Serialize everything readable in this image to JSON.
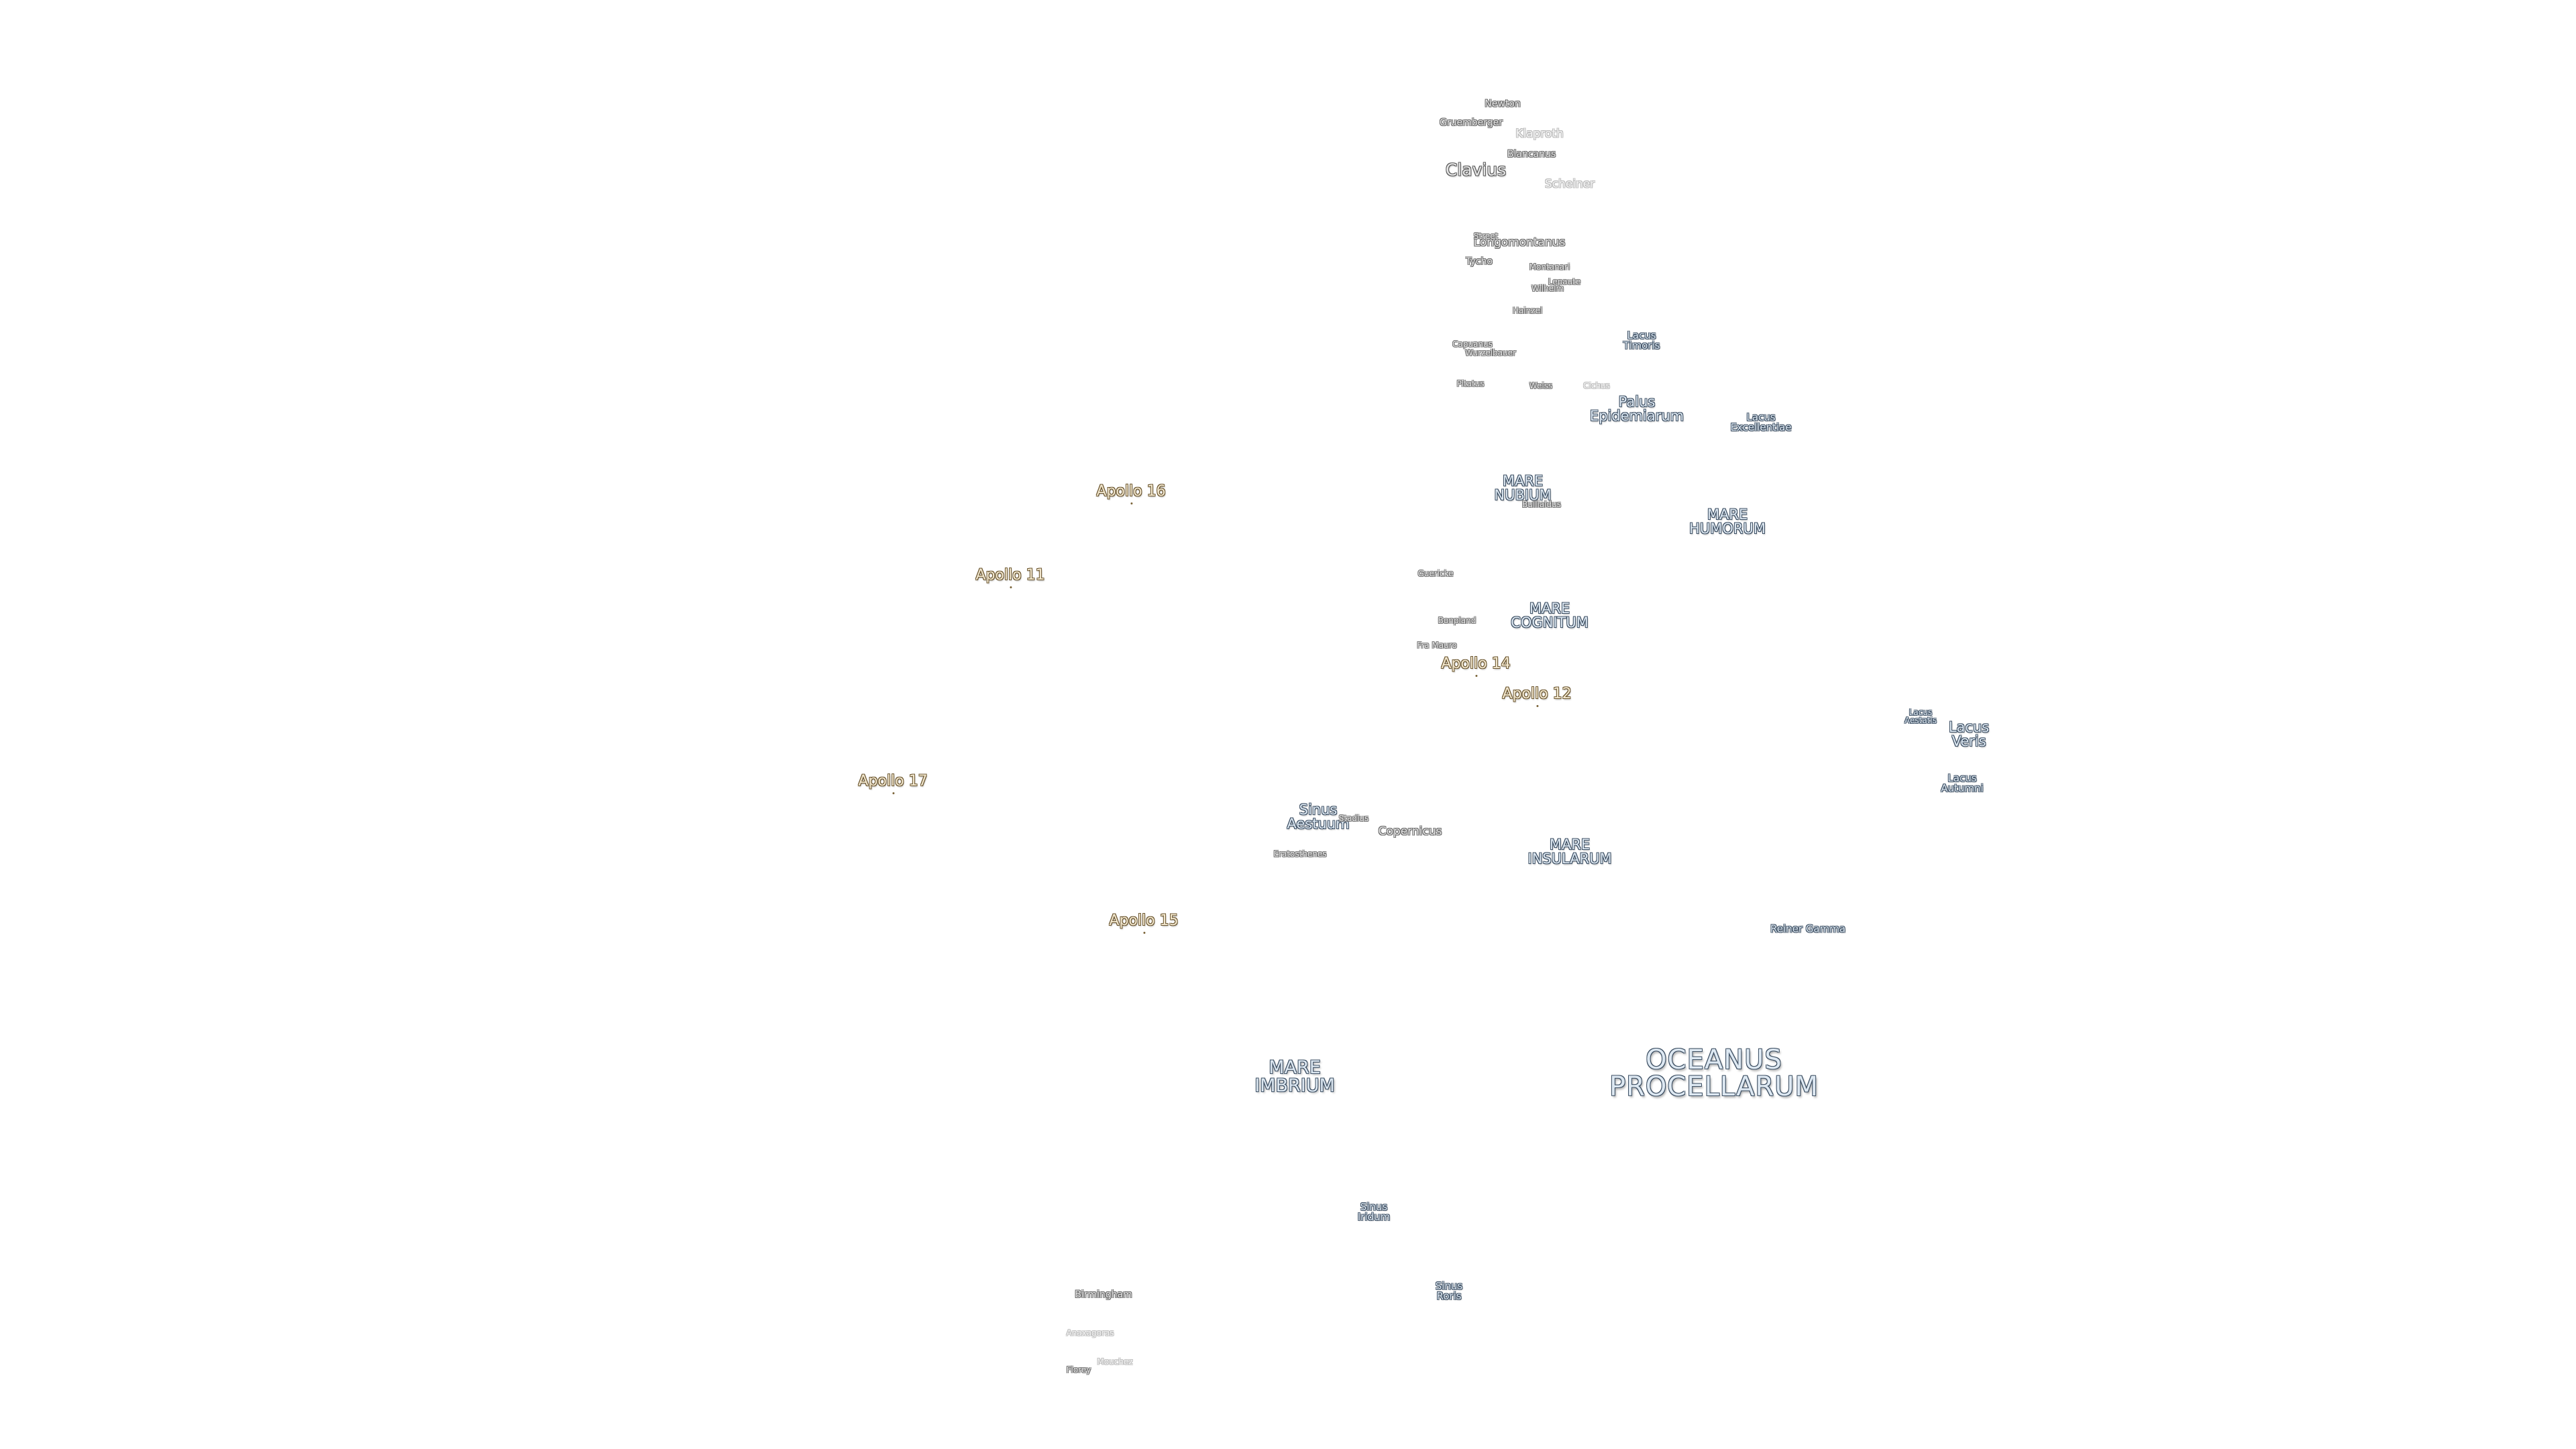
{
  "map": {
    "labels": [
      {
        "id": "oceanus-procellarum",
        "text": "OCEANUS\nPROCELLARUM",
        "kind": "mare-xl"
      },
      {
        "id": "mare-imbrium",
        "text": "MARE\nIMBRIUM",
        "kind": "mare-l"
      },
      {
        "id": "mare-nubium",
        "text": "MARE\nNUBIUM",
        "kind": "mare-m"
      },
      {
        "id": "mare-humorum",
        "text": "MARE\nHUMORUM",
        "kind": "mare-m"
      },
      {
        "id": "mare-cognitum",
        "text": "MARE\nCOGNITUM",
        "kind": "mare-m"
      },
      {
        "id": "mare-insularum",
        "text": "MARE\nINSULARUM",
        "kind": "mare-m"
      },
      {
        "id": "lacus-veris",
        "text": "Lacus\nVeris",
        "kind": "mare-m"
      },
      {
        "id": "palus-epidemiarum",
        "text": "Palus\nEpidemiarum",
        "kind": "mare-m"
      },
      {
        "id": "sinus-aestuum",
        "text": "Sinus\nAestuum",
        "kind": "mare-m"
      },
      {
        "id": "lacus-excellentiae",
        "text": "Lacus\nExcellentiae",
        "kind": "mare-s"
      },
      {
        "id": "lacus-timoris",
        "text": "Lacus\nTimoris",
        "kind": "mare-s"
      },
      {
        "id": "lacus-autumni",
        "text": "Lacus\nAutumni",
        "kind": "mare-s"
      },
      {
        "id": "lacus-aestatis",
        "text": "Lacus\nAestatis",
        "kind": "mare-xs"
      },
      {
        "id": "sinus-iridum",
        "text": "Sinus\nIridum",
        "kind": "mare-s"
      },
      {
        "id": "sinus-roris",
        "text": "Sinus\nRoris",
        "kind": "mare-s"
      },
      {
        "id": "reiner-gamma",
        "text": "Reiner Gamma",
        "kind": "mare-s"
      },
      {
        "id": "clavius",
        "text": "Clavius",
        "kind": "crater-l"
      },
      {
        "id": "longomontanus",
        "text": "Longomontanus",
        "kind": "crater-m"
      },
      {
        "id": "copernicus",
        "text": "Copernicus",
        "kind": "crater-m"
      },
      {
        "id": "newton",
        "text": "Newton",
        "kind": "crater-s"
      },
      {
        "id": "gruemberger",
        "text": "Gruemberger",
        "kind": "crater-s"
      },
      {
        "id": "klaproth",
        "text": "Klaproth",
        "kind": "crater-m",
        "faint": true
      },
      {
        "id": "blancanus",
        "text": "Blancanus",
        "kind": "crater-s"
      },
      {
        "id": "scheiner",
        "text": "Scheiner",
        "kind": "crater-m",
        "faint": true
      },
      {
        "id": "street",
        "text": "Street",
        "kind": "crater-xs"
      },
      {
        "id": "tycho",
        "text": "Tycho",
        "kind": "crater-s"
      },
      {
        "id": "montanari",
        "text": "Montanari",
        "kind": "crater-xs"
      },
      {
        "id": "lepaute",
        "text": "Lepaute",
        "kind": "crater-xs"
      },
      {
        "id": "wilhelm",
        "text": "Wilhelm",
        "kind": "crater-xs"
      },
      {
        "id": "hainzel",
        "text": "Hainzel",
        "kind": "crater-xs"
      },
      {
        "id": "capuanus",
        "text": "Capuanus",
        "kind": "crater-xs"
      },
      {
        "id": "wurzelbauer",
        "text": "Wurzelbauer",
        "kind": "crater-xs"
      },
      {
        "id": "pitatus",
        "text": "Pitatus",
        "kind": "crater-xs"
      },
      {
        "id": "weiss",
        "text": "Weiss",
        "kind": "crater-xs"
      },
      {
        "id": "cichus",
        "text": "Cichus",
        "kind": "crater-xs",
        "faint": true
      },
      {
        "id": "bullialdus",
        "text": "Bullialdus",
        "kind": "crater-xs"
      },
      {
        "id": "guericke",
        "text": "Guericke",
        "kind": "crater-xs"
      },
      {
        "id": "bonpland",
        "text": "Bonpland",
        "kind": "crater-xs"
      },
      {
        "id": "fra-mauro",
        "text": "Fra Mauro",
        "kind": "crater-xs"
      },
      {
        "id": "stadius",
        "text": "Stadius",
        "kind": "crater-xs"
      },
      {
        "id": "eratosthenes",
        "text": "Eratosthenes",
        "kind": "crater-xs"
      },
      {
        "id": "birmingham",
        "text": "Birmingham",
        "kind": "crater-s"
      },
      {
        "id": "anaxagoras",
        "text": "Anaxagoras",
        "kind": "crater-xs",
        "faint": true
      },
      {
        "id": "mouchez",
        "text": "Mouchez",
        "kind": "crater-xs",
        "faint": true
      },
      {
        "id": "florey",
        "text": "Florey",
        "kind": "crater-xs"
      },
      {
        "id": "apollo-16",
        "text": "Apollo 16",
        "kind": "apollo"
      },
      {
        "id": "apollo-11",
        "text": "Apollo 11",
        "kind": "apollo"
      },
      {
        "id": "apollo-14",
        "text": "Apollo 14",
        "kind": "apollo"
      },
      {
        "id": "apollo-12",
        "text": "Apollo 12",
        "kind": "apollo"
      },
      {
        "id": "apollo-17",
        "text": "Apollo 17",
        "kind": "apollo"
      },
      {
        "id": "apollo-15",
        "text": "Apollo 15",
        "kind": "apollo"
      }
    ]
  }
}
